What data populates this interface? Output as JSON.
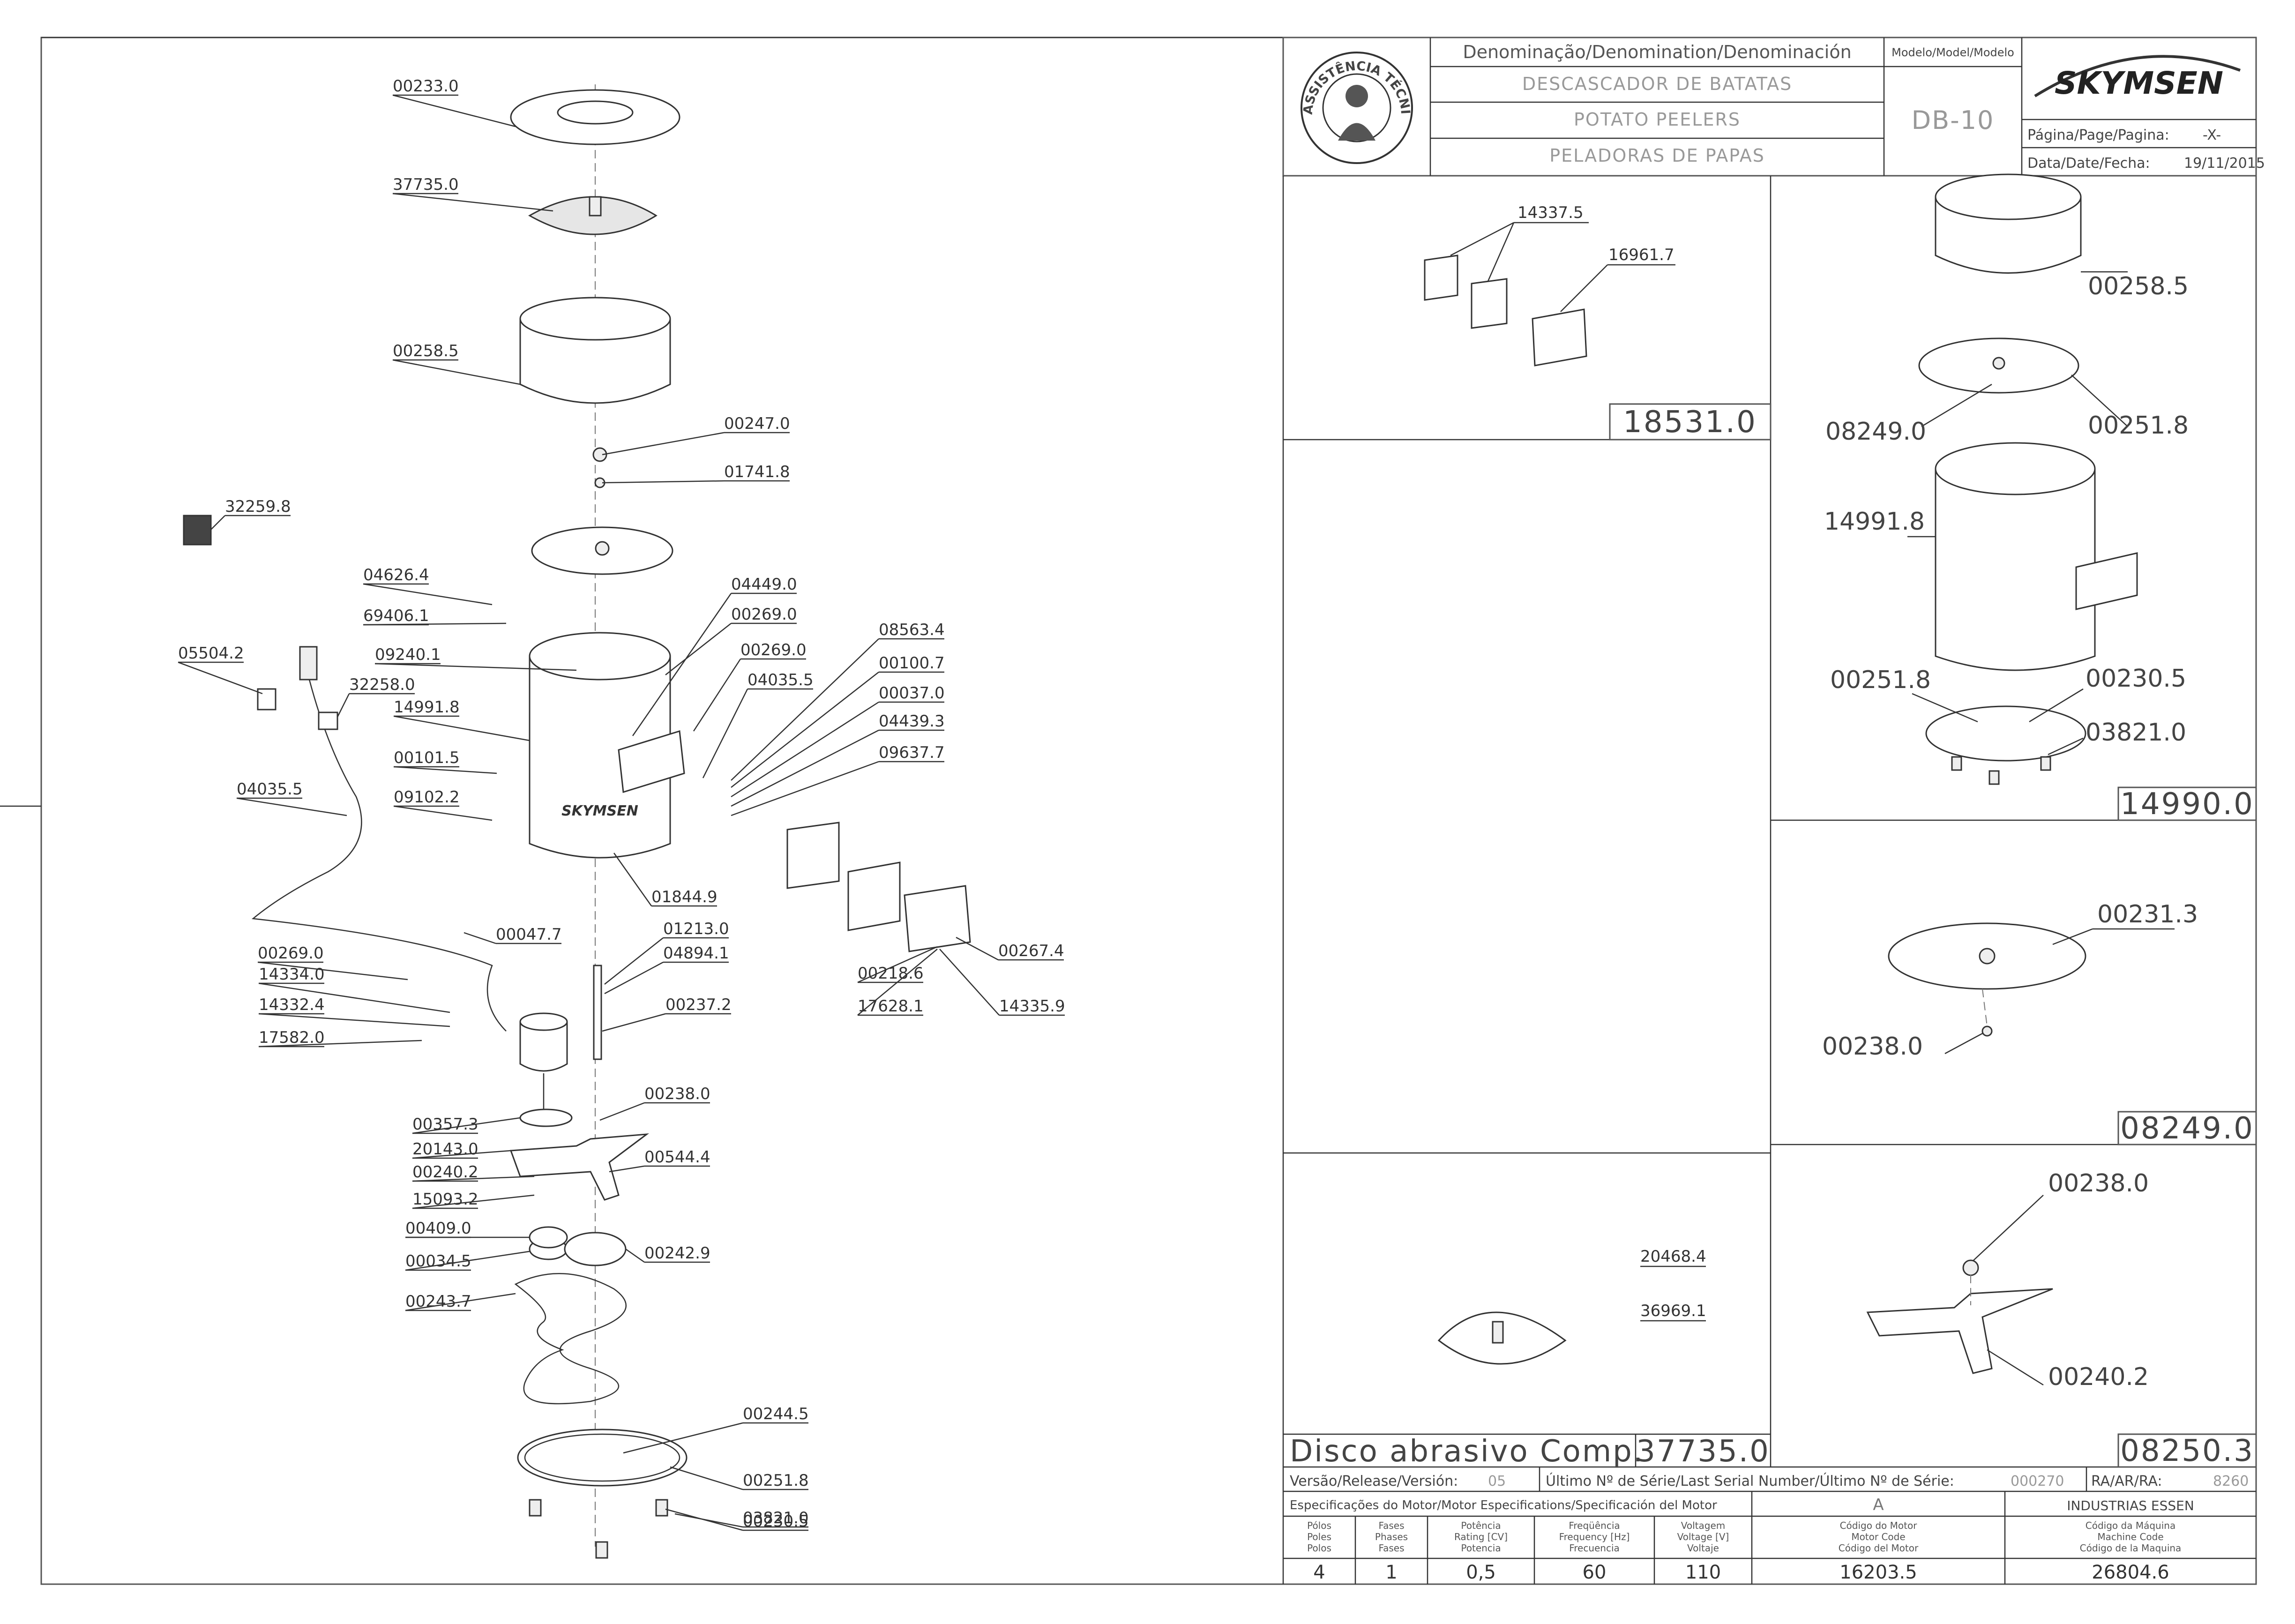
{
  "title_block": {
    "denomination_header": "Denominação/Denomination/Denominación",
    "name_pt": "DESCASCADOR DE BATATAS",
    "name_en": "POTATO PEELERS",
    "name_es": "PELADORAS DE PAPAS",
    "model_header": "Modelo/Model/Modelo",
    "model": "DB-10",
    "brand": "SKYMSEN",
    "page_label": "Página/Page/Pagina:",
    "page_value": "-X-",
    "date_label": "Data/Date/Fecha:",
    "date_value": "19/11/2015",
    "seal_text": "ASSISTÊNCIA TÉCNICA AUTORIZADA"
  },
  "main_assembly_labels": [
    "00233.0",
    "37735.0",
    "00258.5",
    "00247.0",
    "01741.8",
    "32259.8",
    "04626.4",
    "69406.1",
    "04449.0",
    "00269.0",
    "00269.0",
    "08563.4",
    "09240.1",
    "05504.2",
    "04035.5",
    "00100.7",
    "32258.0",
    "14991.8",
    "00037.0",
    "04439.3",
    "00101.5",
    "09637.7",
    "04035.5",
    "09102.2",
    "01844.9",
    "00047.7",
    "01213.0",
    "04894.1",
    "00267.4",
    "00269.0",
    "00218.6",
    "14334.0",
    "17628.1",
    "14332.4",
    "14335.9",
    "17582.0",
    "00237.2",
    "00357.3",
    "00238.0",
    "20143.0",
    "00544.4",
    "00240.2",
    "15093.2",
    "00409.0",
    "00034.5",
    "00242.9",
    "00243.7",
    "00244.5",
    "00251.8",
    "00230.5",
    "03821.0"
  ],
  "sub_assemblies": {
    "box_18531": {
      "code": "18531.0",
      "labels": [
        "14337.5",
        "16961.7"
      ]
    },
    "box_14990": {
      "code": "14990.0",
      "labels": [
        "00258.5",
        "08249.0",
        "00251.8",
        "14991.8",
        "00251.8",
        "00230.5",
        "03821.0"
      ]
    },
    "box_08249": {
      "code": "08249.0",
      "labels": [
        "00231.3",
        "00238.0"
      ]
    },
    "box_37735": {
      "code": "37735.0",
      "title": "Disco abrasivo Comp.",
      "labels": [
        "20468.4",
        "36969.1"
      ]
    },
    "box_08250": {
      "code": "08250.3",
      "labels": [
        "00238.0",
        "00240.2"
      ]
    }
  },
  "footer": {
    "version_label": "Versão/Release/Versión:",
    "version_value": "05",
    "serial_label": "Último Nº de Série/Last Serial Number/Último Nº de Série:",
    "serial_value": "000270",
    "ra_label": "RA/AR/RA:",
    "ra_value": "8260",
    "motor_spec_label": "Especificações do Motor/Motor Especifications/Specificación del Motor",
    "motor_letter": "A",
    "manufacturer": "INDUSTRIAS ESSEN",
    "columns": [
      {
        "h1": "Pólos",
        "h2": "Poles",
        "h3": "Polos",
        "value": "4"
      },
      {
        "h1": "Fases",
        "h2": "Phases",
        "h3": "Fases",
        "value": "1"
      },
      {
        "h1": "Potência",
        "h2": "Rating [CV]",
        "h3": "Potencia",
        "value": "0,5"
      },
      {
        "h1": "Freqüência",
        "h2": "Frequency [Hz]",
        "h3": "Frecuencia",
        "value": "60"
      },
      {
        "h1": "Voltagem",
        "h2": "Voltage [V]",
        "h3": "Voltaje",
        "value": "110"
      },
      {
        "h1": "Código do Motor",
        "h2": "Motor Code",
        "h3": "Código del Motor",
        "value": "16203.5"
      },
      {
        "h1": "Código da Máquina",
        "h2": "Machine Code",
        "h3": "Código de la Maquina",
        "value": "26804.6"
      }
    ]
  }
}
